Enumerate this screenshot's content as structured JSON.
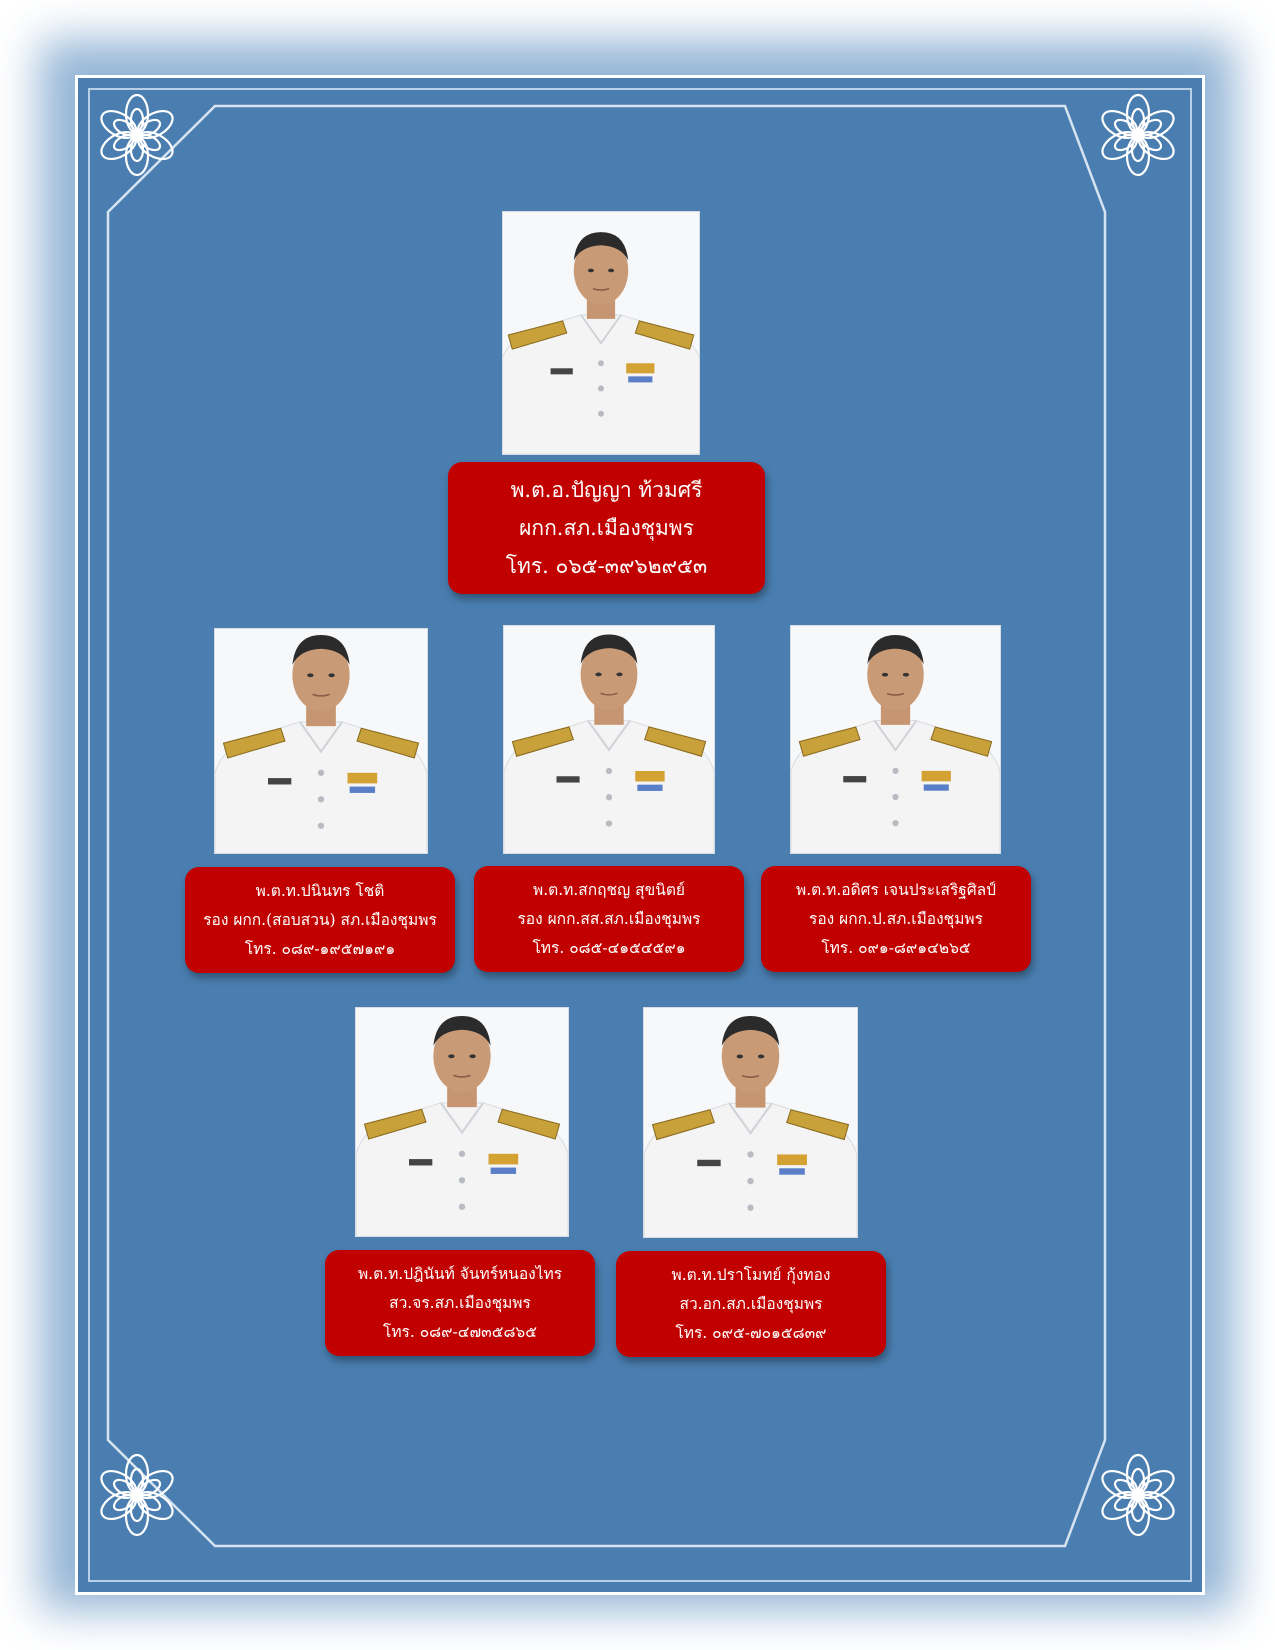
{
  "colors": {
    "background": "#4a7eb0",
    "card": "#c10000",
    "card_text": "#ffffff",
    "frame": "#ffffff"
  },
  "ornament_icon": "flower-ornament-icon",
  "people": [
    {
      "name": "พ.ต.อ.ปัญญา  ท้วมศรี",
      "position": "ผกก.สภ.เมืองชุมพร",
      "phone": "โทร. ๐๖๕-๓๙๖๒๙๕๓"
    },
    {
      "name": "พ.ต.ท.ปนินทร โชติ",
      "position": "รอง ผกก.(สอบสวน) สภ.เมืองชุมพร",
      "phone": "โทร. ๐๘๙-๑๙๕๗๑๙๑"
    },
    {
      "name": "พ.ต.ท.สกฤชญ สุขนิตย์",
      "position": "รอง ผกก.สส.สภ.เมืองชุมพร",
      "phone": "โทร. ๐๘๕-๔๑๕๔๕๙๑"
    },
    {
      "name": "พ.ต.ท.อดิศร เจนประเสริฐศิลป์",
      "position": "รอง ผกก.ป.สภ.เมืองชุมพร",
      "phone": "โทร. ๐๙๑-๘๙๑๔๒๖๕"
    },
    {
      "name": "พ.ต.ท.ปฎินันท์ จันทร์หนองไทร",
      "position": "สว.จร.สภ.เมืองชุมพร",
      "phone": "โทร. ๐๘๙-๔๗๓๕๘๖๕"
    },
    {
      "name": "พ.ต.ท.ปราโมทย์ กุ้งทอง",
      "position": "สว.อก.สภ.เมืองชุมพร",
      "phone": "โทร. ๐๙๕-๗๐๑๕๘๓๙"
    }
  ]
}
